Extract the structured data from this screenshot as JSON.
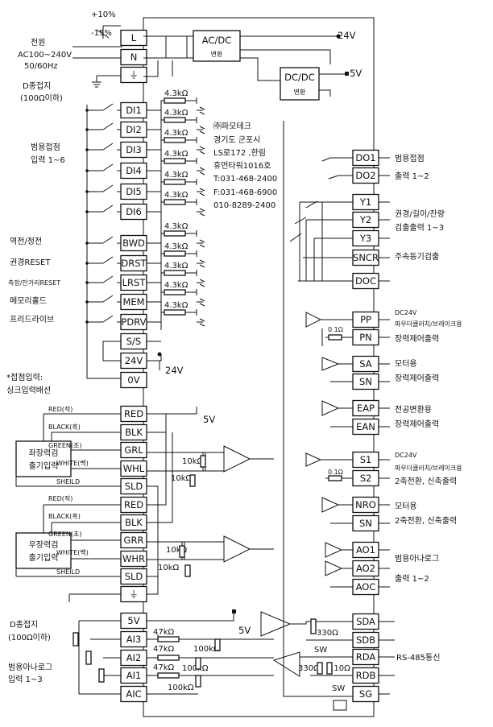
{
  "power": {
    "tolerance_plus": "+10%",
    "tolerance_minus": "-15%",
    "label": "전원",
    "voltage": "AC100~240V",
    "freq": "50/60Hz",
    "ground": "D종접지",
    "ground_spec": "(100Ω이하)",
    "acdc": "AC/DC",
    "acdc_sub": "변환",
    "dcdc": "DC/DC",
    "dcdc_sub": "변환",
    "v24": "24V",
    "v5": "5V"
  },
  "left_terminals": [
    "L",
    "N",
    "⏚",
    "DI1",
    "DI2",
    "DI3",
    "DI4",
    "DI5",
    "DI6",
    "BWD",
    "DRST",
    "LRST",
    "MEM",
    "PDRV",
    "S/S",
    "24V",
    "0V",
    "RED",
    "BLK",
    "GRL",
    "WHL",
    "SLD",
    "RED",
    "BLK",
    "GRR",
    "WHR",
    "SLD",
    "⏚",
    "5V",
    "AI3",
    "AI2",
    "AI1",
    "AIC"
  ],
  "resistor_43k": "4.3kΩ",
  "inputs": {
    "general": "범용접점",
    "general2": "입력 1~6",
    "bwd": "역전/정전",
    "drst": "권경RESET",
    "lrst": "측장/잔거리RESET",
    "mem": "메모리홀드",
    "pdrv": "프리드라이브",
    "v24_out": "24V",
    "note1": "*접점입력:",
    "note2": "싱크입력배선"
  },
  "loadcells": {
    "left_title1": "좌장력검",
    "left_title2": "출기입력",
    "right_title1": "우장력검",
    "right_title2": "출기입력",
    "red": "RED(적)",
    "black": "BLACK(흑)",
    "green": "GREEN(초)",
    "white": "WHITE(백)",
    "sheild": "SHEILD",
    "v5": "5V",
    "r10k": "10kΩ"
  },
  "analog_in": {
    "ground": "D종접지",
    "ground_spec": "(100Ω이하)",
    "label1": "범용아나로그",
    "label2": "입력 1~3",
    "r47k": "47kΩ",
    "r100k": "100kΩ",
    "v5": "5V"
  },
  "company": [
    "㈜파모테크",
    "경기도 군포시",
    "LS로172 ,한림",
    "휴먼타워1016호",
    "T:031-468-2400",
    "F:031-468-6900",
    "010-8289-2400"
  ],
  "right_terminals": [
    "DO1",
    "DO2",
    "Y1",
    "Y2",
    "Y3",
    "SNCR",
    "DOC",
    "PP",
    "PN",
    "SA",
    "SN",
    "EAP",
    "EAN",
    "S1",
    "S2",
    "NRO",
    "SN",
    "AO1",
    "AO2",
    "AOC",
    "SDA",
    "SDB",
    "RDA",
    "RDB",
    "SG"
  ],
  "outputs": {
    "do1": "범용접점",
    "do2": "출력 1~2",
    "y1": "권경/길이/잔량",
    "y2": "검출출력 1~3",
    "sncr": "주속동기검출",
    "pp_title": "DC24V",
    "pp_sub": "파우더클러치/브레이크용",
    "pn": "장력제어출력",
    "sa": "모터용",
    "sn": "장력제어출력",
    "eap": "전공변환용",
    "ean": "장력제어출력",
    "s1_title": "DC24V",
    "s1_sub": "파우더클러치/브레이크용",
    "s2": "2축전환, 신축출력",
    "nro": "모터용",
    "sn2": "2축전환, 신축출력",
    "ao1": "범용아나로그",
    "ao2": "출력 1~2",
    "r01": "0.1Ω",
    "rs485": "RS-485통신",
    "r330": "330Ω",
    "r110": "110Ω",
    "sw": "SW"
  }
}
